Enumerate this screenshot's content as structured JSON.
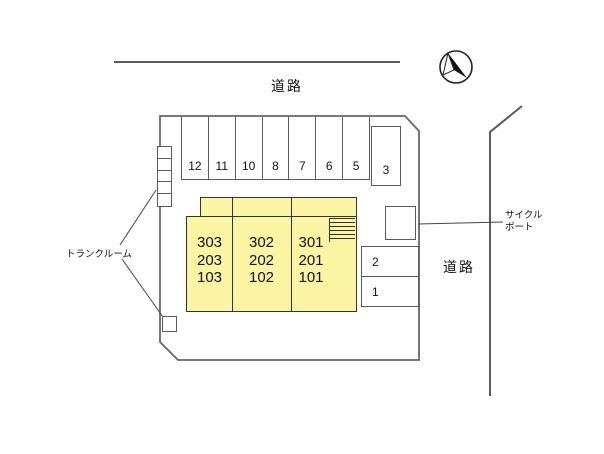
{
  "labels": {
    "road_top": "道路",
    "road_right": "道路",
    "trunk_room": "トランクルーム",
    "cycle_port_line1": "サイクル",
    "cycle_port_line2": "ポート"
  },
  "parking": {
    "row": [
      "12",
      "11",
      "10",
      "8",
      "7",
      "6",
      "5"
    ],
    "stall_3": "3",
    "stall_2": "2",
    "stall_1": "1"
  },
  "building": {
    "fill_color": "#FBF4A2",
    "units": [
      {
        "lines": [
          "303",
          "203",
          "103"
        ]
      },
      {
        "lines": [
          "302",
          "202",
          "102"
        ]
      },
      {
        "lines": [
          "301",
          "201",
          "101"
        ]
      }
    ]
  },
  "icons": {
    "north_arrow": "compass-north-arrow",
    "staircase": "staircase-hatch"
  }
}
